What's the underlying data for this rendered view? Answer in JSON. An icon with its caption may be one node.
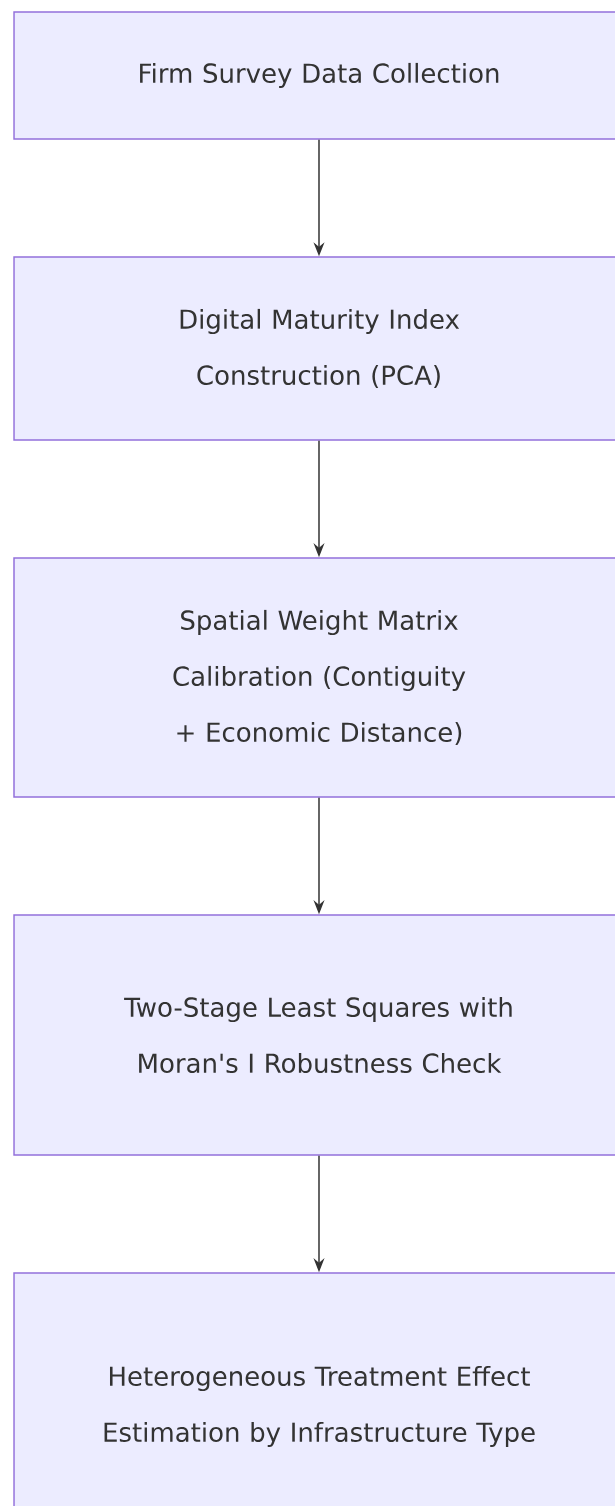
{
  "diagram": {
    "nodes": [
      {
        "text": [
          "Firm Survey Data Collection"
        ]
      },
      {
        "text": [
          "Digital Maturity Index Construction (PCA)"
        ]
      },
      {
        "text": [
          "Spatial Weight Matrix Calibration (Contiguity + Economic Distance)"
        ]
      },
      {
        "text": [
          "Two-Stage Least Squares with Moran's I Robustness Check"
        ]
      },
      {
        "text": [
          "Heterogeneous Treatment Effect Estimation by Infrastructure Type"
        ]
      }
    ],
    "edges": [
      {
        "from": 0,
        "to": 1,
        "arrow": "to"
      },
      {
        "from": 1,
        "to": 2,
        "arrow": "to"
      },
      {
        "from": 2,
        "to": 3,
        "arrow": "to"
      },
      {
        "from": 3,
        "to": 4,
        "arrow": "to"
      }
    ]
  }
}
